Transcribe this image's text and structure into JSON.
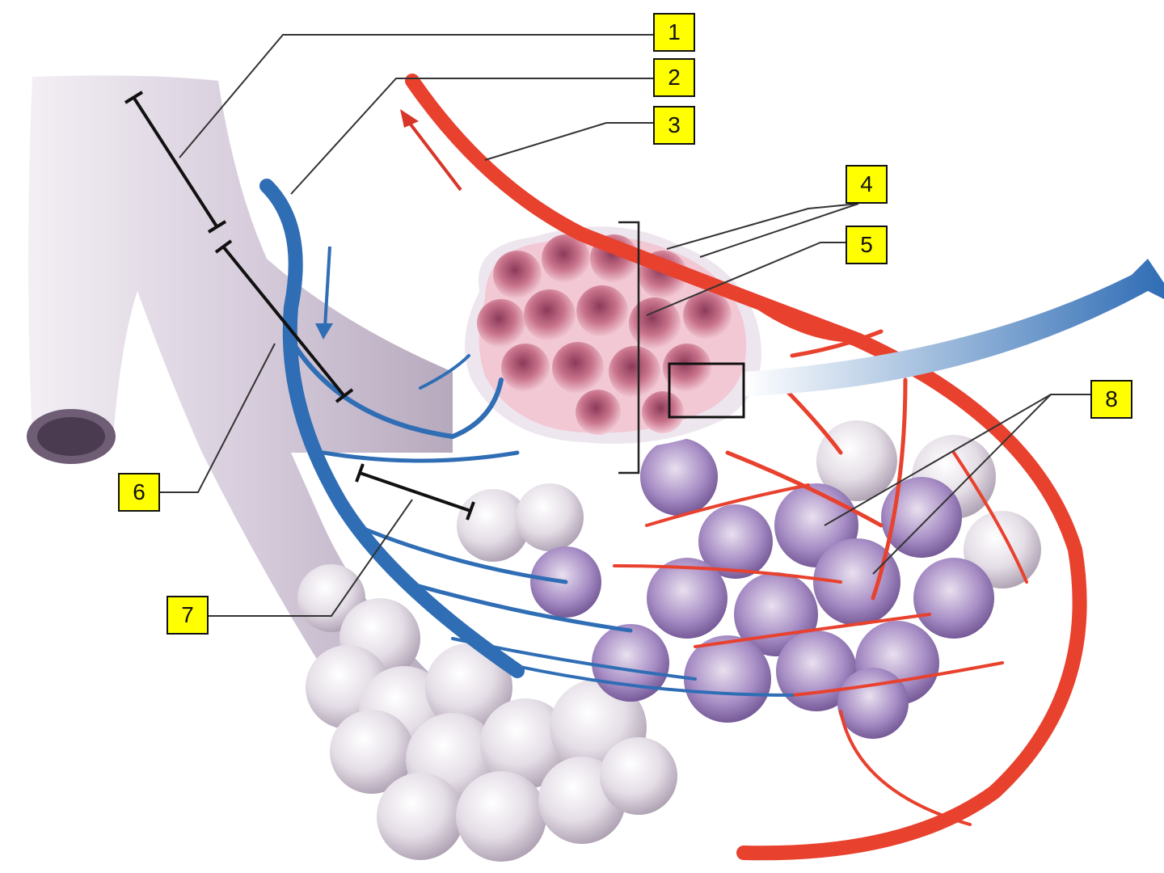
{
  "colors": {
    "label_fill": "#ffff00",
    "artery": "#e8412e",
    "vein": "#2f6db5",
    "bronchiole": "#d9d2dc",
    "alveolus_inner": "#c9748c",
    "capillary_sac": "#8a6fb0"
  },
  "labels": [
    "1",
    "2",
    "3",
    "4",
    "5",
    "6",
    "7",
    "8"
  ]
}
